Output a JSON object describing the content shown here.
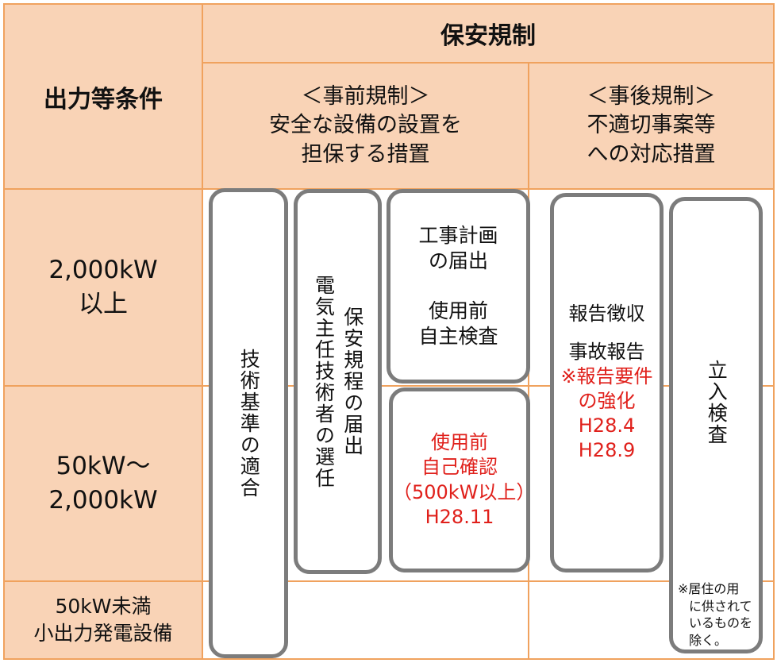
{
  "header": {
    "condition": "出力等条件",
    "regulation": "保安規制",
    "pre": {
      "title": "＜事前規制＞",
      "line1": "安全な設備の設置を",
      "line2": "担保する措置"
    },
    "post": {
      "title": "＜事後規制＞",
      "line1": "不適切事案等",
      "line2": "への対応措置"
    }
  },
  "rows": [
    {
      "line1": "2,000kW",
      "line2": "以上"
    },
    {
      "line1": "50kW～",
      "line2": "2,000kW"
    },
    {
      "line1": "50kW未満",
      "line2": "小出力発電設備"
    }
  ],
  "boxes": {
    "tech": "技術基準の適合",
    "rules_line1": "保安規程の届出",
    "rules_line2": "電気主任技術者の選任",
    "plan_line1": "工事計画",
    "plan_line2": "の届出",
    "self_line1": "使用前",
    "self_line2": "自主検査",
    "confirm": [
      "使用前",
      "自己確認",
      "（500kW以上）",
      "H28.11"
    ],
    "report1": "報告徴収",
    "report2": "事故報告",
    "report_red": [
      "※報告要件",
      "の強化",
      "H28.4",
      "H28.9"
    ],
    "inspect": "立入検査",
    "note": [
      "※居住の用",
      "に供されて",
      "いるものを",
      "除く。"
    ]
  },
  "colors": {
    "border": "#F0A25E",
    "fill": "#F9D3B6",
    "box": "#7c7c7c",
    "red": "#E0201B"
  }
}
